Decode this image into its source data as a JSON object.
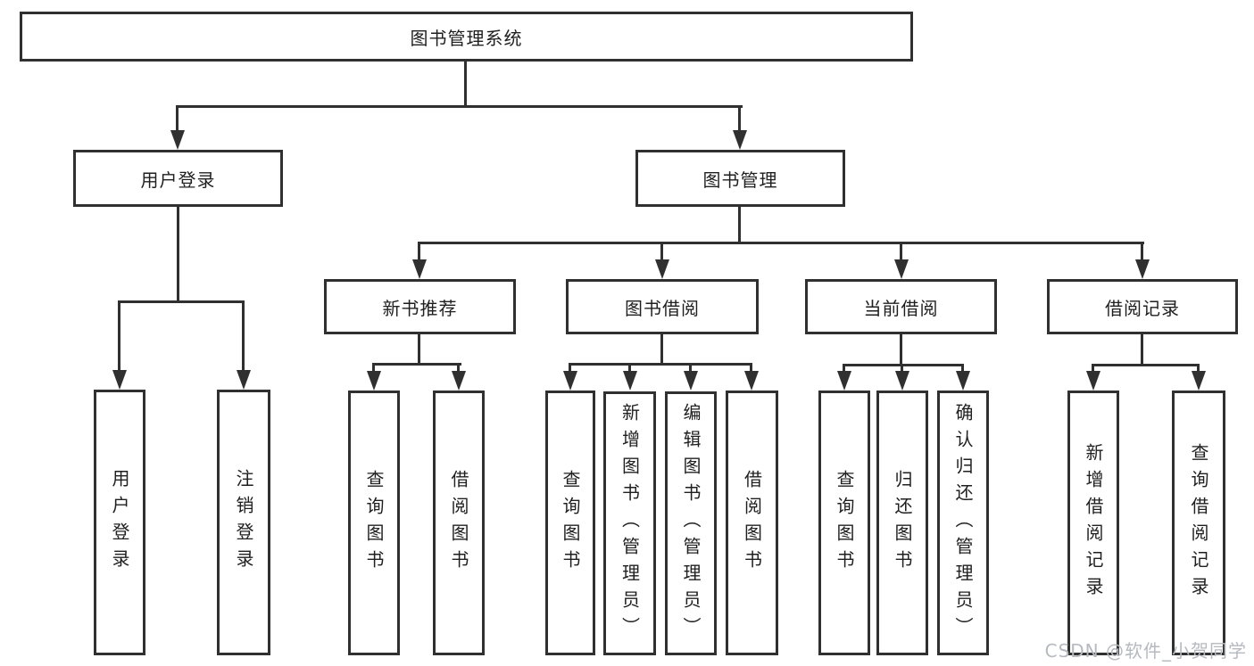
{
  "tree": {
    "label": "图书管理系统",
    "children": [
      {
        "label": "用户登录",
        "children": [
          {
            "label": "用户登录"
          },
          {
            "label": "注销登录"
          }
        ]
      },
      {
        "label": "图书管理",
        "children": [
          {
            "label": "新书推荐",
            "children": [
              {
                "label": "查询图书"
              },
              {
                "label": "借阅图书"
              }
            ]
          },
          {
            "label": "图书借阅",
            "children": [
              {
                "label": "查询图书"
              },
              {
                "label": "新增图书（管理员）"
              },
              {
                "label": "编辑图书（管理员）"
              },
              {
                "label": "借阅图书"
              }
            ]
          },
          {
            "label": "当前借阅",
            "children": [
              {
                "label": "查询图书"
              },
              {
                "label": "归还图书"
              },
              {
                "label": "确认归还（管理员）"
              }
            ]
          },
          {
            "label": "借阅记录",
            "children": [
              {
                "label": "新增借阅记录"
              },
              {
                "label": "查询借阅记录"
              }
            ]
          }
        ]
      }
    ]
  },
  "watermark": {
    "text": "CSDN @软件_小贺同学"
  },
  "colors": {
    "line": "#303030",
    "text": "#1f1f1f",
    "box-bg": "#ffffff",
    "watermark": "#b5b9c0"
  }
}
